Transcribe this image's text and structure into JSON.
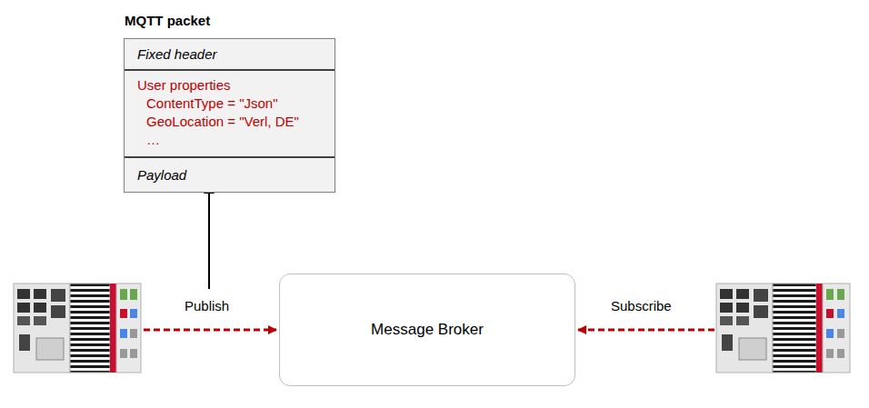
{
  "diagram": {
    "nodes": [
      {
        "text": [
          "MQTT packet"
        ]
      },
      {
        "text": [
          "Fixed header"
        ],
        "in": 0
      },
      {
        "text": [
          "User properties",
          "ContentType = \"Json\"",
          "GeoLocation = \"Verl, DE\"",
          "…"
        ],
        "in": 0
      },
      {
        "text": [
          "Payload"
        ],
        "in": 0
      },
      {
        "text": [
          "Message Broker"
        ]
      }
    ],
    "labels": [
      "Publish",
      "Subscribe"
    ]
  }
}
